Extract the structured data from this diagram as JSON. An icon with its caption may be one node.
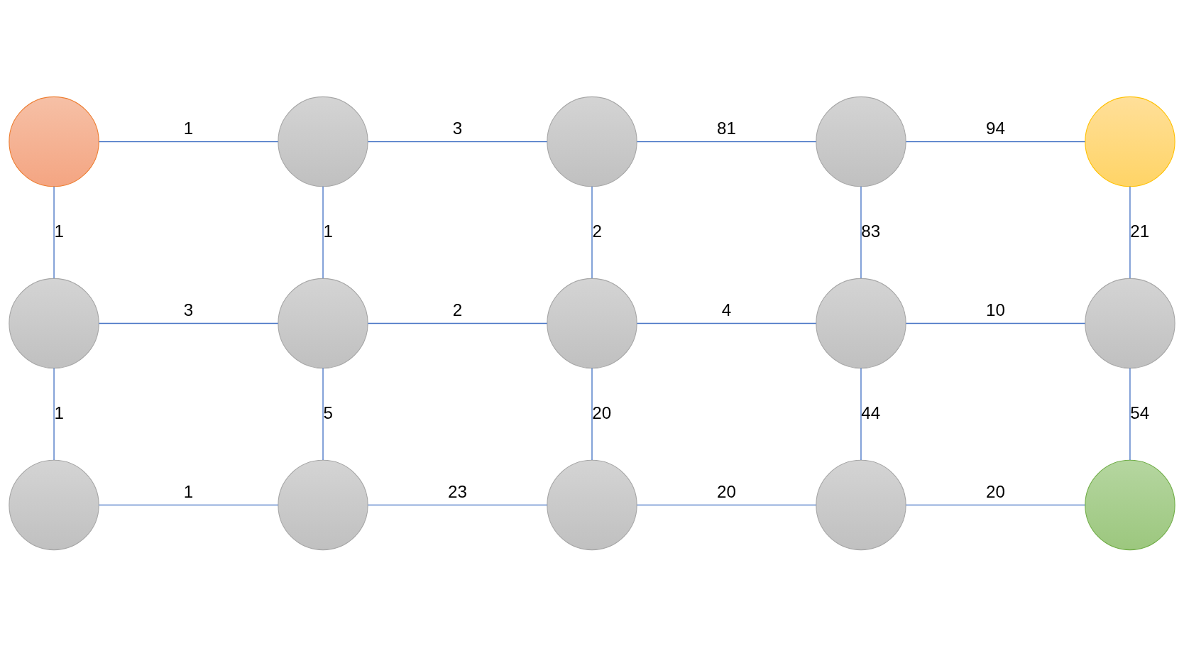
{
  "diagram": {
    "nodes": [
      {
        "text": [],
        "shape": "circle"
      },
      {
        "text": [],
        "shape": "circle"
      },
      {
        "text": [],
        "shape": "circle"
      },
      {
        "text": [],
        "shape": "circle"
      },
      {
        "text": [],
        "shape": "circle"
      },
      {
        "text": [],
        "shape": "circle"
      },
      {
        "text": [],
        "shape": "circle"
      },
      {
        "text": [],
        "shape": "circle"
      },
      {
        "text": [],
        "shape": "circle"
      },
      {
        "text": [],
        "shape": "circle"
      },
      {
        "text": [],
        "shape": "circle"
      },
      {
        "text": [],
        "shape": "circle"
      },
      {
        "text": [],
        "shape": "circle"
      },
      {
        "text": [],
        "shape": "circle"
      },
      {
        "text": [],
        "shape": "circle"
      }
    ],
    "edges": [
      {
        "from": 0,
        "to": 1,
        "arrow": "none",
        "label": "1"
      },
      {
        "from": 1,
        "to": 2,
        "arrow": "none",
        "label": "3"
      },
      {
        "from": 2,
        "to": 3,
        "arrow": "none",
        "label": "81"
      },
      {
        "from": 3,
        "to": 4,
        "arrow": "none",
        "label": "94"
      },
      {
        "from": 0,
        "to": 5,
        "arrow": "none",
        "label": "1"
      },
      {
        "from": 1,
        "to": 6,
        "arrow": "none",
        "label": "1"
      },
      {
        "from": 2,
        "to": 7,
        "arrow": "none",
        "label": "2"
      },
      {
        "from": 3,
        "to": 8,
        "arrow": "none",
        "label": "83"
      },
      {
        "from": 4,
        "to": 9,
        "arrow": "none",
        "label": "21"
      },
      {
        "from": 5,
        "to": 6,
        "arrow": "none",
        "label": "3"
      },
      {
        "from": 6,
        "to": 7,
        "arrow": "none",
        "label": "2"
      },
      {
        "from": 7,
        "to": 8,
        "arrow": "none",
        "label": "4"
      },
      {
        "from": 8,
        "to": 9,
        "arrow": "none",
        "label": "10"
      },
      {
        "from": 5,
        "to": 10,
        "arrow": "none",
        "label": "1"
      },
      {
        "from": 6,
        "to": 11,
        "arrow": "none",
        "label": "5"
      },
      {
        "from": 7,
        "to": 12,
        "arrow": "none",
        "label": "20"
      },
      {
        "from": 8,
        "to": 13,
        "arrow": "none",
        "label": "44"
      },
      {
        "from": 9,
        "to": 14,
        "arrow": "none",
        "label": "54"
      },
      {
        "from": 10,
        "to": 11,
        "arrow": "none",
        "label": "1"
      },
      {
        "from": 11,
        "to": 12,
        "arrow": "none",
        "label": "23"
      },
      {
        "from": 12,
        "to": 13,
        "arrow": "none",
        "label": "20"
      },
      {
        "from": 13,
        "to": 14,
        "arrow": "none",
        "label": "20"
      }
    ]
  }
}
